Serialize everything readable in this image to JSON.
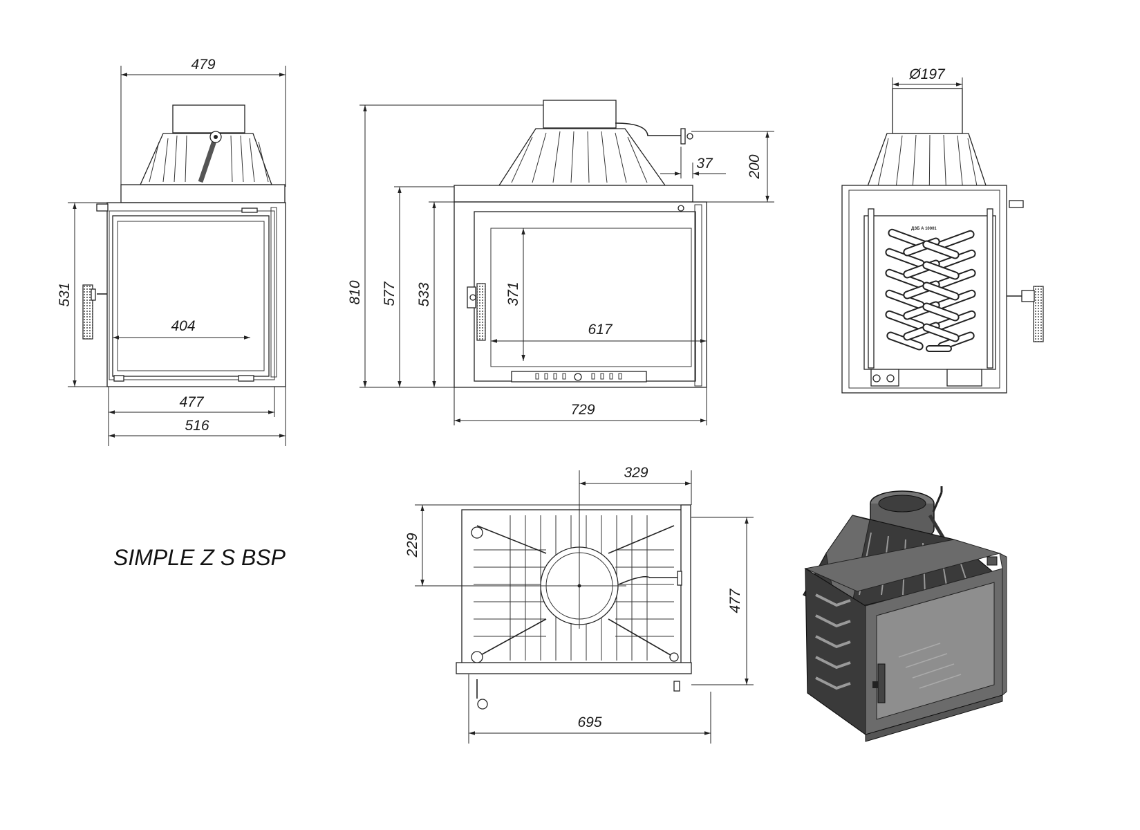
{
  "title": "SIMPLE Z S BSP",
  "plate_marking": "ДЗБ А 10001",
  "dimensions": {
    "front_top_width": "479",
    "front_height": "531",
    "front_glass_width": "404",
    "front_inner_width": "477",
    "front_outer_width": "516",
    "side_total_height": "810",
    "side_height_577": "577",
    "side_height_533": "533",
    "side_glass_height": "371",
    "side_glass_width": "617",
    "side_width": "729",
    "side_offset": "37",
    "side_flue_height": "200",
    "back_flue_diameter": "Ø197",
    "top_flue_offset": "329",
    "top_flue_depth": "229",
    "top_depth": "477",
    "top_width": "695"
  }
}
